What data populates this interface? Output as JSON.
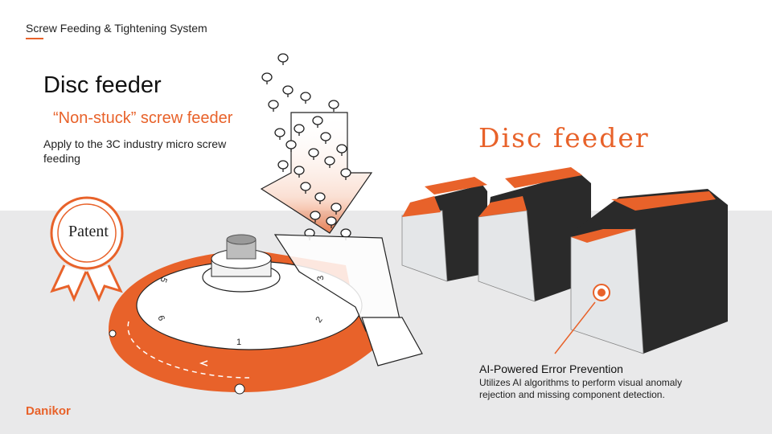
{
  "header": {
    "title": "Screw Feeding & Tightening System"
  },
  "intro": {
    "title": "Disc feeder",
    "subtitle": "“Non-stuck” screw feeder",
    "description": "Apply to the 3C industry micro screw feeding"
  },
  "badge": {
    "label": "Patent"
  },
  "disc": {
    "numbers": [
      "1",
      "2",
      "3",
      "5",
      "6"
    ]
  },
  "product": {
    "title": "Disc feeder"
  },
  "feature": {
    "title": "AI-Powered Error Prevention",
    "description": "Utilizes AI algorithms to perform visual anomaly rejection and missing component detection."
  },
  "brand": {
    "name": "Danikor"
  },
  "colors": {
    "accent": "#e8622a",
    "band": "#e9e9ea",
    "dark": "#2a2a2a"
  },
  "icons": [
    "patent-ribbon-icon",
    "screw-icon"
  ]
}
